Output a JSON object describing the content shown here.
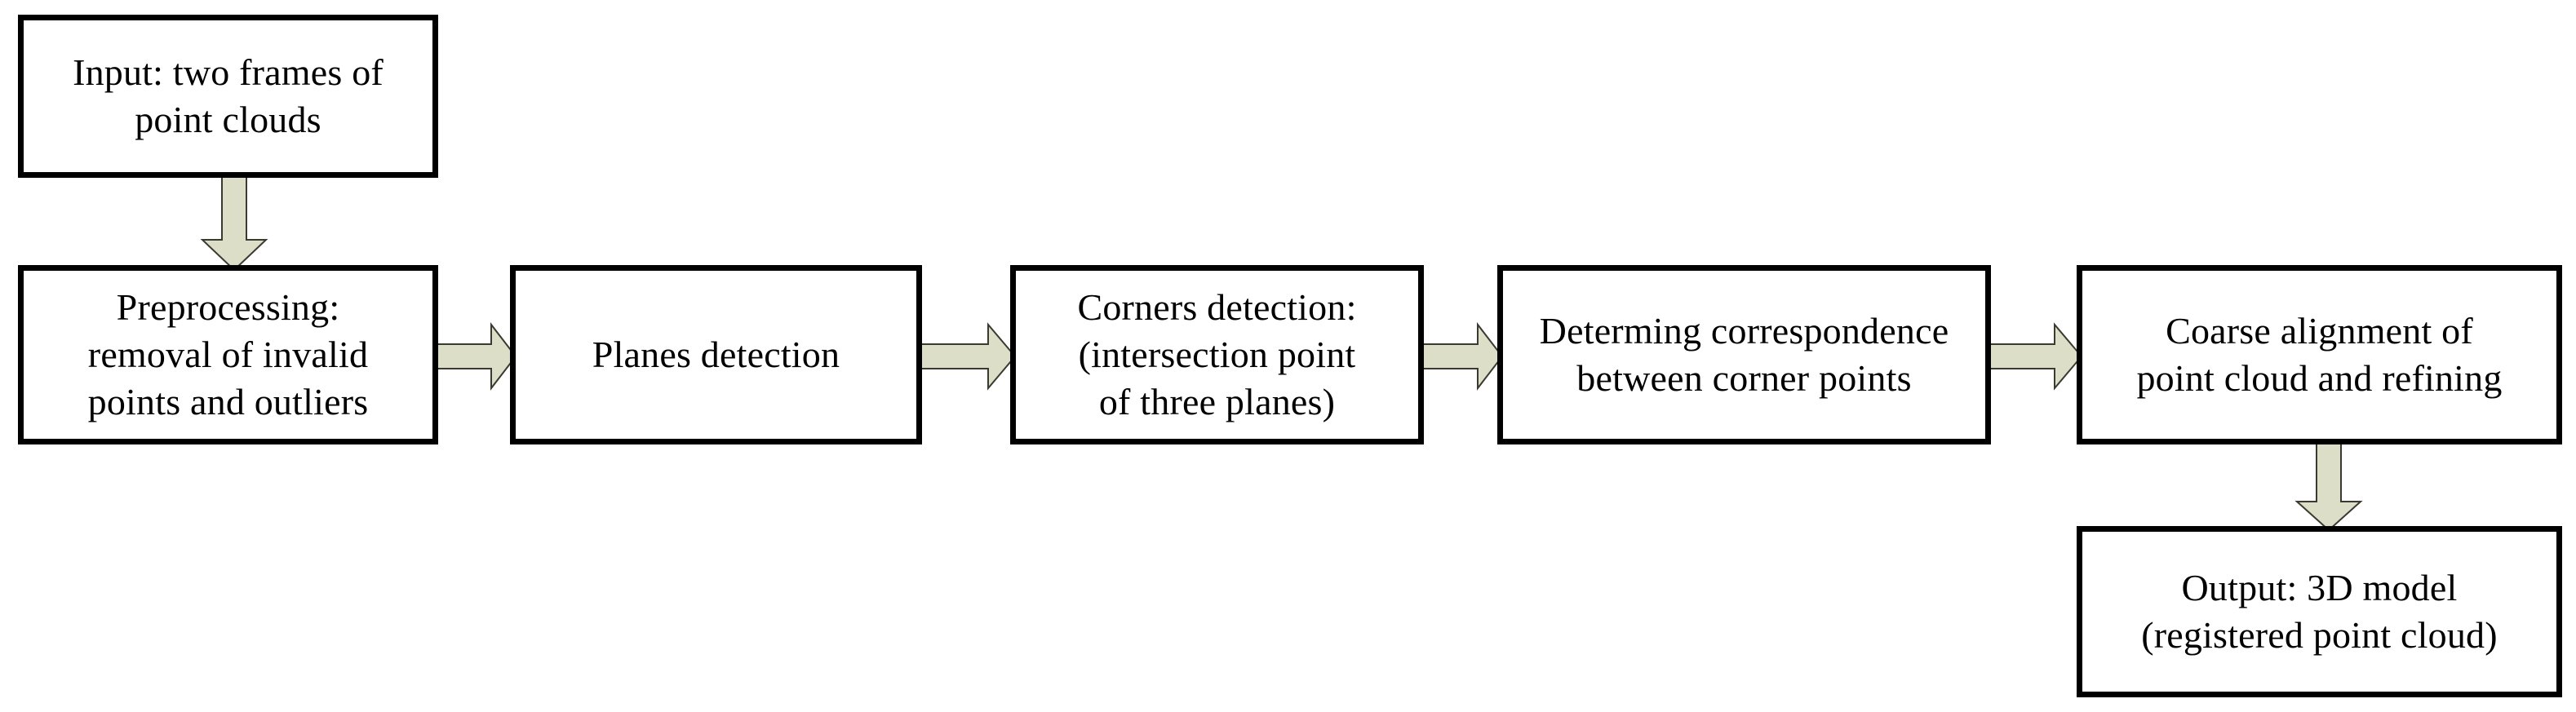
{
  "diagram": {
    "title": "Point cloud registration pipeline flowchart",
    "type": "flowchart",
    "colors": {
      "node_border": "#000000",
      "node_fill": "#ffffff",
      "arrow_fill": "#dcdec8",
      "arrow_stroke": "#3a3a30",
      "text": "#000000",
      "background": "#ffffff"
    },
    "nodes": [
      {
        "id": "input",
        "name": "input-node",
        "lines": [
          "Input: two frames of",
          "point clouds"
        ]
      },
      {
        "id": "preprocessing",
        "name": "preprocessing-node",
        "lines": [
          "Preprocessing:",
          "removal of invalid",
          "points and outliers"
        ]
      },
      {
        "id": "planes-detection",
        "name": "planes-detection-node",
        "lines": [
          "Planes detection"
        ]
      },
      {
        "id": "corners-detection",
        "name": "corners-detection-node",
        "lines": [
          "Corners detection:",
          "(intersection point",
          "of three planes)"
        ]
      },
      {
        "id": "correspondence",
        "name": "correspondence-node",
        "lines": [
          "Determing correspondence",
          "between corner points"
        ]
      },
      {
        "id": "coarse-alignment",
        "name": "coarse-alignment-node",
        "lines": [
          "Coarse alignment of",
          "point cloud and refining"
        ]
      },
      {
        "id": "output",
        "name": "output-node",
        "lines": [
          "Output: 3D model",
          "(registered point cloud)"
        ]
      }
    ],
    "edges": [
      {
        "id": "e1",
        "from": "input",
        "to": "preprocessing",
        "direction": "down",
        "icon": "arrow-down-icon"
      },
      {
        "id": "e2",
        "from": "preprocessing",
        "to": "planes-detection",
        "direction": "right",
        "icon": "arrow-right-icon"
      },
      {
        "id": "e3",
        "from": "planes-detection",
        "to": "corners-detection",
        "direction": "right",
        "icon": "arrow-right-icon"
      },
      {
        "id": "e4",
        "from": "corners-detection",
        "to": "correspondence",
        "direction": "right",
        "icon": "arrow-right-icon"
      },
      {
        "id": "e5",
        "from": "correspondence",
        "to": "coarse-alignment",
        "direction": "right",
        "icon": "arrow-right-icon"
      },
      {
        "id": "e6",
        "from": "coarse-alignment",
        "to": "output",
        "direction": "down",
        "icon": "arrow-down-icon"
      }
    ]
  }
}
